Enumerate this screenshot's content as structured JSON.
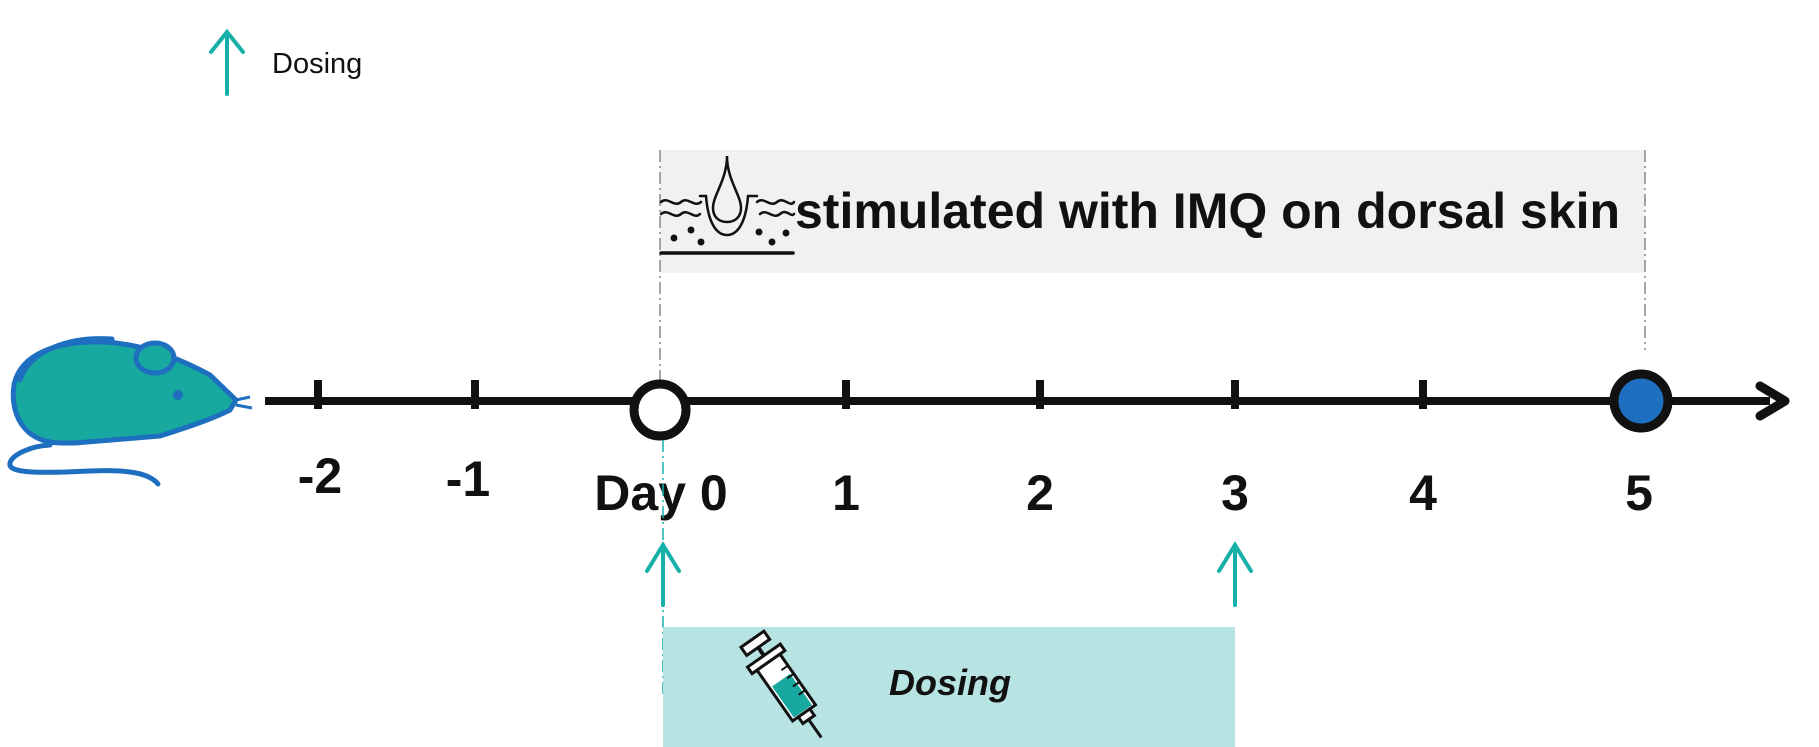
{
  "legend": {
    "label": "Dosing",
    "icon": "teal-up-arrow-icon"
  },
  "banner": {
    "text": "stimulated with IMQ on dorsal skin",
    "icon": "skin-hair-follicle-icon"
  },
  "timeline": {
    "ticks": [
      {
        "label": "-2"
      },
      {
        "label": "-1"
      },
      {
        "label": "Day 0",
        "marker": "open-circle"
      },
      {
        "label": "1"
      },
      {
        "label": "2"
      },
      {
        "label": "3"
      },
      {
        "label": "4"
      },
      {
        "label": "5",
        "marker": "filled-circle"
      }
    ]
  },
  "dosing_box": {
    "label": "Dosing",
    "icon": "syringe-icon"
  },
  "dosing_days": [
    "Day 0",
    "3"
  ],
  "colors": {
    "teal": "#16b0a8",
    "mouse_fill": "#17a99f",
    "mouse_outline": "#1e6fbf",
    "end_marker": "#1e6fbf",
    "banner_bg": "#f1f1f1",
    "dosing_box_bg": "#b7e3e2",
    "axis": "#111111"
  }
}
